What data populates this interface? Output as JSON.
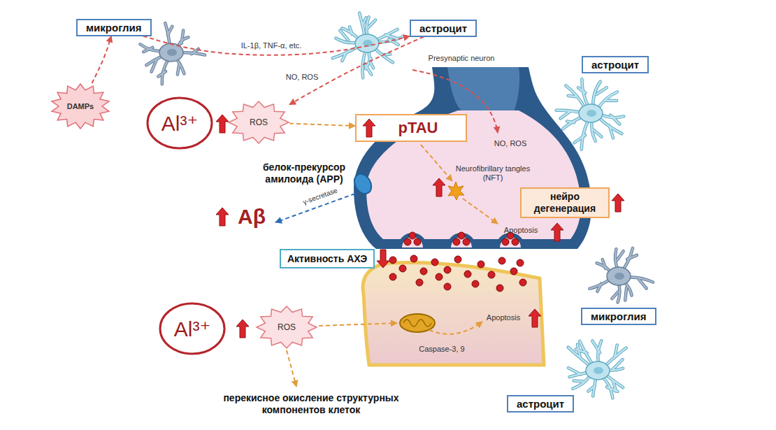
{
  "diagram": {
    "nodes": [
      {
        "text": [
          "микроглия"
        ]
      },
      {
        "text": [
          "астроцит"
        ]
      },
      {
        "text": [
          "астроцит"
        ]
      },
      {
        "text": [
          "DAMPs"
        ]
      },
      {
        "text": [
          "Al³⁺"
        ]
      },
      {
        "text": [
          "ROS"
        ]
      },
      {
        "text": [
          "pTAU"
        ]
      },
      {
        "text": [
          "нейро дегенерация"
        ]
      },
      {
        "text": [
          "Активность АХЭ"
        ]
      },
      {
        "text": [
          "Al³⁺"
        ]
      },
      {
        "text": [
          "ROS"
        ]
      },
      {
        "text": [
          "микроглия"
        ]
      },
      {
        "text": [
          "астроцит"
        ]
      }
    ],
    "edges": [
      {
        "from": 3,
        "to": 0,
        "arrow": "to"
      },
      {
        "from": 0,
        "to": 1,
        "label": "IL-1β, TNF-α, etc.",
        "arrow": "to"
      },
      {
        "from": 1,
        "to": 5,
        "label": "NO, ROS",
        "arrow": "to"
      },
      {
        "from": 5,
        "to": 6,
        "arrow": "to"
      }
    ],
    "labels": [
      "Presynaptic neuron",
      "NO, ROS",
      "Neurofibrillary tangles (NFT)",
      "белок-прекурсор амилоида (APP)",
      "γ-secretase",
      "Aβ",
      "Apoptosis",
      "Apoptosis",
      "Caspase-3, 9",
      "перекисное окисление структурных компонентов клеток"
    ]
  }
}
